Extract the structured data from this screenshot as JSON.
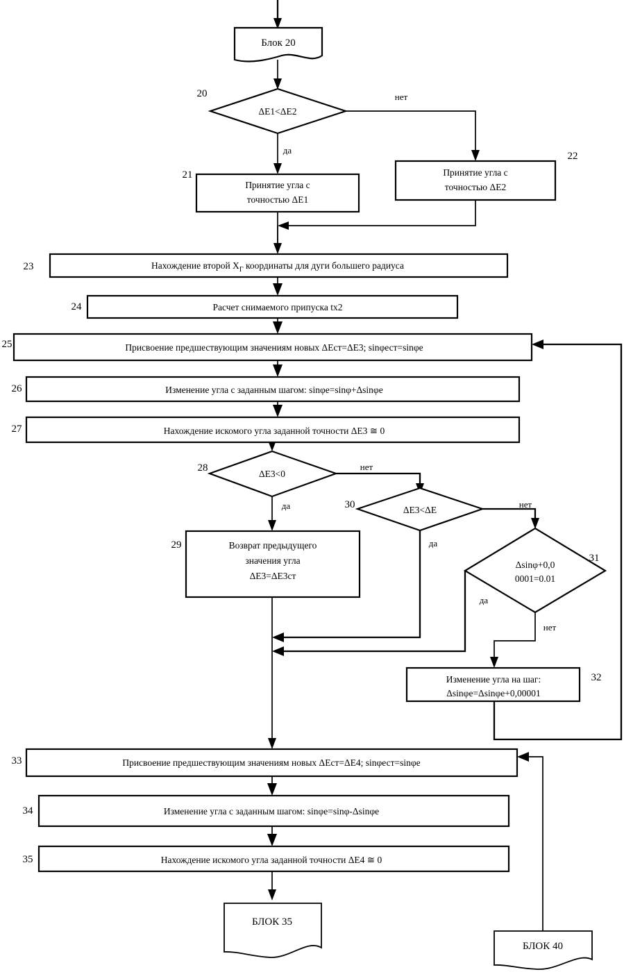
{
  "diagram": {
    "title": "Flowchart blocks 20-35",
    "language": "ru",
    "stroke_color": "#000000",
    "fill_color": "#ffffff",
    "labels": {
      "yes": "да",
      "no": "нет"
    }
  },
  "nodes": {
    "blok20": {
      "id": "blok20",
      "shape": "document",
      "text": "Блок 20"
    },
    "d20": {
      "id": "20",
      "num": "20",
      "shape": "decision",
      "text": "ΔЕ1<ΔЕ2"
    },
    "b21": {
      "id": "21",
      "num": "21",
      "shape": "process",
      "line1": "Принятие угла с",
      "line2": "точностью ΔЕ1"
    },
    "b22": {
      "id": "22",
      "num": "22",
      "shape": "process",
      "line1": "Принятие угла с",
      "line2": "точностью ΔЕ2"
    },
    "b23": {
      "id": "23",
      "num": "23",
      "shape": "process",
      "text": "Нахождение второй Х",
      "sub": "Г",
      "text2": " координаты для дуги большего радиуса"
    },
    "b24": {
      "id": "24",
      "num": "24",
      "shape": "process",
      "text": "Расчет снимаемого припуска tx2"
    },
    "b25": {
      "id": "25",
      "num": "25",
      "shape": "process",
      "text": "Присвоение предшествующим значениям новых ΔЕст=ΔЕ3; sinφест=sinφе"
    },
    "b26": {
      "id": "26",
      "num": "26",
      "shape": "process",
      "text": "Изменение угла с заданным шагом: sinφе=sinφ+Δsinφе"
    },
    "b27": {
      "id": "27",
      "num": "27",
      "shape": "process",
      "text": "Нахождение искомого угла заданной точности ΔЕ3 ≅ 0"
    },
    "d28": {
      "id": "28",
      "num": "28",
      "shape": "decision",
      "text": "ΔЕ3<0"
    },
    "b29": {
      "id": "29",
      "num": "29",
      "shape": "process",
      "line1": "Возврат предыдущего",
      "line2": "значения угла",
      "line3": "ΔЕ3=ΔЕ3ст"
    },
    "d30": {
      "id": "30",
      "num": "30",
      "shape": "decision",
      "text": "ΔЕ3<ΔЕ"
    },
    "d31": {
      "id": "31",
      "num": "31",
      "shape": "decision",
      "line1": "Δsinφ+0,0",
      "line2": "0001=0.01"
    },
    "b32": {
      "id": "32",
      "num": "32",
      "shape": "process",
      "line1": "Изменение угла на шаг:",
      "line2": "Δsinφе=Δsinφе+0,00001"
    },
    "b33": {
      "id": "33",
      "num": "33",
      "shape": "process",
      "text": "Присвоение предшествующим значениям новых ΔЕст=ΔЕ4; sinφест=sinφе"
    },
    "b34": {
      "id": "34",
      "num": "34",
      "shape": "process",
      "text": "Изменение угла с заданным шагом: sinφе=sinφ-Δsinφе"
    },
    "b35": {
      "id": "35",
      "num": "35",
      "shape": "process",
      "text": "Нахождение искомого угла заданной точности ΔЕ4 ≅ 0"
    },
    "blok35": {
      "id": "blok35",
      "shape": "document",
      "text": "БЛОК 35"
    },
    "blok40": {
      "id": "blok40",
      "shape": "document",
      "text": "БЛОК 40"
    }
  },
  "edges": [
    {
      "from": "entry",
      "to": "blok20",
      "label": ""
    },
    {
      "from": "blok20",
      "to": "d20",
      "label": ""
    },
    {
      "from": "d20",
      "to": "b21",
      "label": "да"
    },
    {
      "from": "d20",
      "to": "b22",
      "label": "нет"
    },
    {
      "from": "b21",
      "to": "b23",
      "label": ""
    },
    {
      "from": "b22",
      "to": "b23",
      "label": ""
    },
    {
      "from": "b23",
      "to": "b24",
      "label": ""
    },
    {
      "from": "b24",
      "to": "b25",
      "label": ""
    },
    {
      "from": "b25",
      "to": "b26",
      "label": ""
    },
    {
      "from": "b26",
      "to": "b27",
      "label": ""
    },
    {
      "from": "b27",
      "to": "d28",
      "label": ""
    },
    {
      "from": "d28",
      "to": "b29",
      "label": "да"
    },
    {
      "from": "d28",
      "to": "d30",
      "label": "нет"
    },
    {
      "from": "d30",
      "to": "merge",
      "label": "да"
    },
    {
      "from": "d30",
      "to": "d31",
      "label": "нет"
    },
    {
      "from": "d31",
      "to": "merge",
      "label": "да"
    },
    {
      "from": "d31",
      "to": "b32",
      "label": "нет"
    },
    {
      "from": "b32",
      "to": "b25",
      "label": ""
    },
    {
      "from": "b29",
      "to": "b33",
      "label": ""
    },
    {
      "from": "b33",
      "to": "b34",
      "label": ""
    },
    {
      "from": "b34",
      "to": "b35",
      "label": ""
    },
    {
      "from": "b35",
      "to": "blok35",
      "label": ""
    },
    {
      "from": "blok40",
      "to": "b33",
      "label": ""
    }
  ]
}
